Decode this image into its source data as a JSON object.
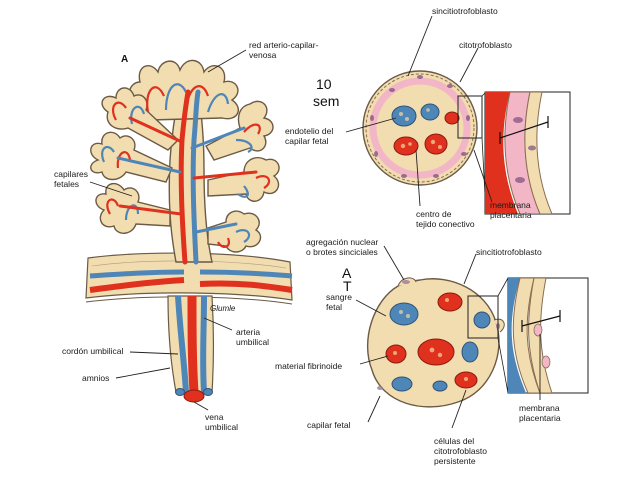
{
  "figure": {
    "panel_letter": "A",
    "signature": "Glumle",
    "overlay_text": {
      "weeks": "10",
      "weeks_unit": "sem",
      "stacked": [
        "A",
        "T"
      ]
    }
  },
  "villus": {
    "labels": {
      "arteriocapillary_network": [
        "red arterio-capilar-",
        "venosa"
      ],
      "fetal_capillaries": [
        "capilares",
        "fetales"
      ],
      "umbilical_artery": [
        "arteria",
        "umbilical"
      ],
      "umbilical_cord": "cordón umbilical",
      "amnion": "amnios",
      "umbilical_vein": [
        "vena",
        "umbilical"
      ]
    }
  },
  "section_early": {
    "labels": {
      "syncytiotrophoblast": "sincitiotrofoblasto",
      "cytotrophoblast": "citotrofoblasto",
      "endothelium": [
        "endotelio del",
        "capilar fetal"
      ],
      "placental_membrane": [
        "membrana",
        "placentaria"
      ],
      "connective_core": [
        "centro de",
        "tejido conectivo"
      ]
    }
  },
  "section_late": {
    "labels": {
      "syncytial_knots": [
        "agregación nuclear",
        "o brotes sinciciales"
      ],
      "syncytiotrophoblast": "sincitiotrofoblasto",
      "fetal_blood": [
        "sangre",
        "fetal"
      ],
      "fibrinoid": "material fibrinoide",
      "fetal_capillary": "capilar fetal",
      "persistent_cytotrophoblast": [
        "células del",
        "citotrofoblasto",
        "persistente"
      ],
      "placental_membrane": [
        "membrana",
        "placentaria"
      ]
    }
  },
  "colors": {
    "artery": "#e0301e",
    "vein": "#4f86b8",
    "villus_tissue": "#f2ddb0",
    "villus_outline": "#6b5a45",
    "pink_layer": "#f2b6c6",
    "background": "#ffffff"
  }
}
